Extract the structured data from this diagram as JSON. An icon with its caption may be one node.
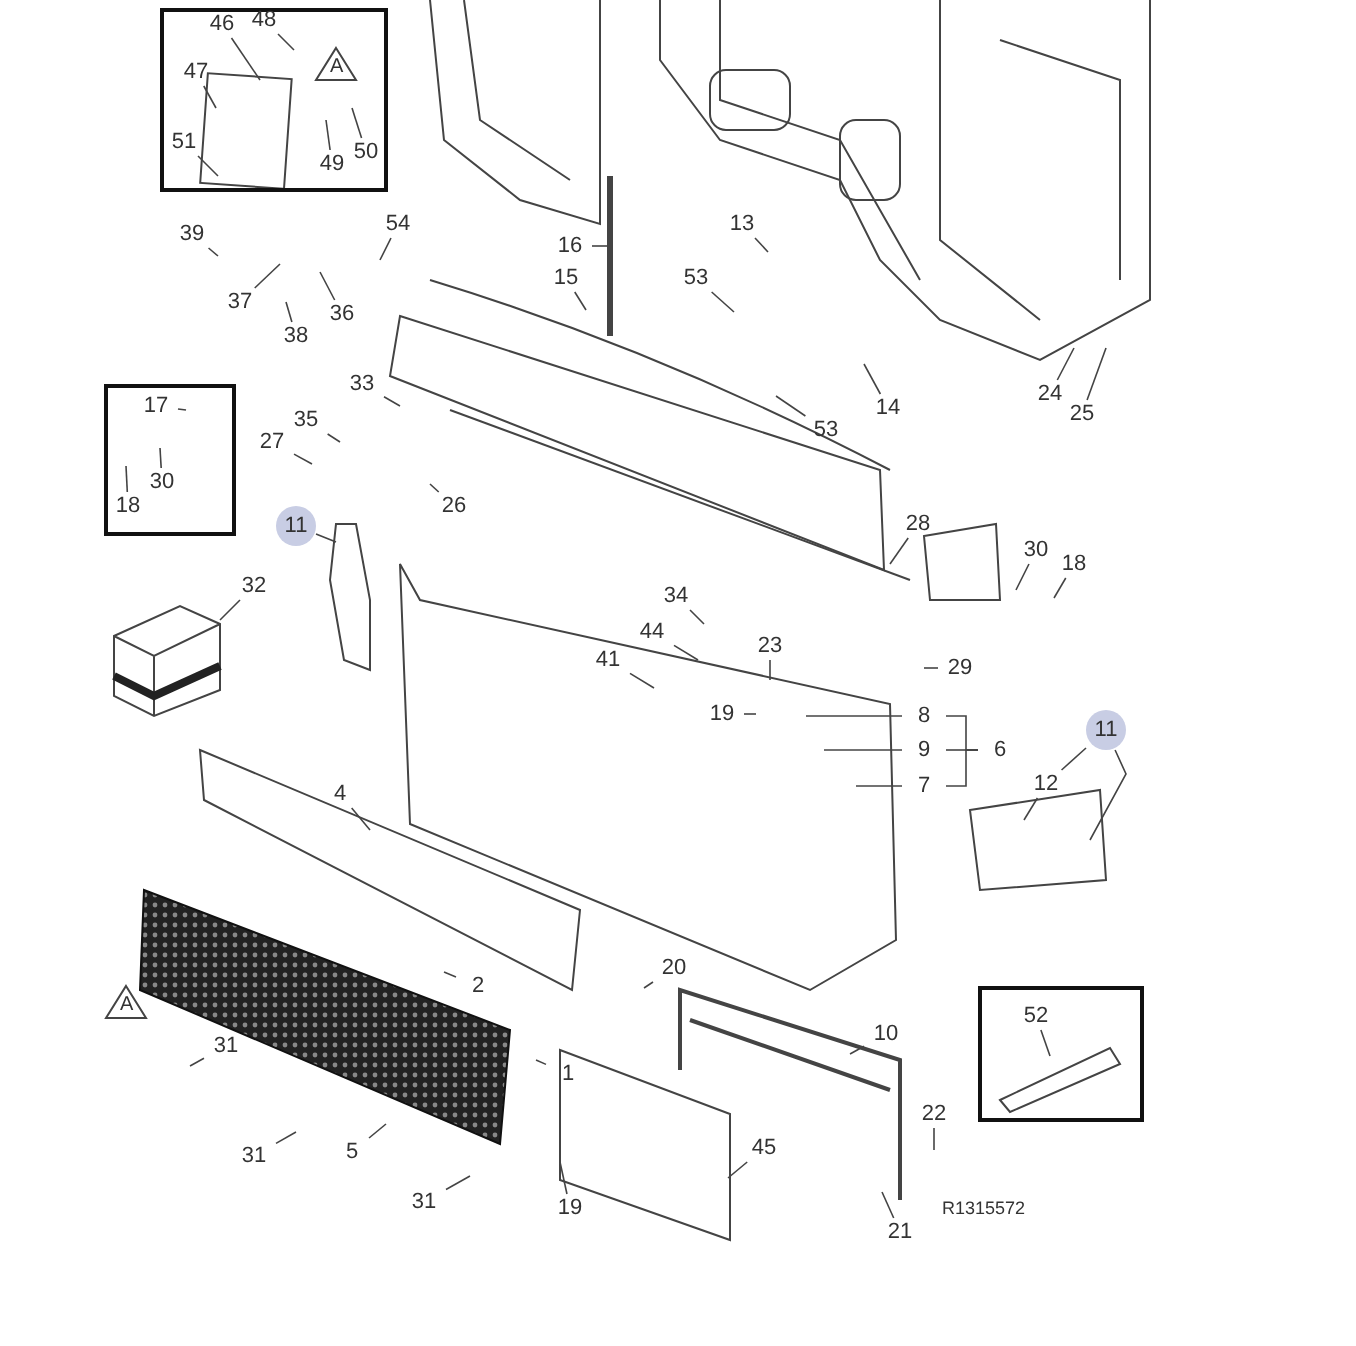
{
  "diagram": {
    "nodes": [
      {
        "text": [],
        "shape": "box"
      },
      {
        "text": [
          "46"
        ],
        "in": 0
      },
      {
        "text": [
          "48"
        ],
        "in": 0
      },
      {
        "text": [
          "47"
        ],
        "in": 0
      },
      {
        "text": [
          "51"
        ],
        "in": 0
      },
      {
        "text": [
          "49"
        ],
        "in": 0
      },
      {
        "text": [
          "50"
        ],
        "in": 0
      },
      {
        "text": [
          "39"
        ]
      },
      {
        "text": [
          "37"
        ]
      },
      {
        "text": [
          "36"
        ]
      },
      {
        "text": [
          "38"
        ]
      },
      {
        "text": [
          "54"
        ]
      },
      {
        "text": [
          "16"
        ]
      },
      {
        "text": [
          "15"
        ]
      },
      {
        "text": [
          "13"
        ]
      },
      {
        "text": [
          "53"
        ]
      },
      {
        "text": [
          "14"
        ]
      },
      {
        "text": [
          "53"
        ]
      },
      {
        "text": [
          "24"
        ]
      },
      {
        "text": [
          "25"
        ]
      },
      {
        "text": [],
        "shape": "box"
      },
      {
        "text": [
          "17"
        ],
        "in": 20
      },
      {
        "text": [
          "30"
        ],
        "in": 20
      },
      {
        "text": [
          "18"
        ],
        "in": 20
      },
      {
        "text": [
          "33"
        ]
      },
      {
        "text": [
          "35"
        ]
      },
      {
        "text": [
          "27"
        ]
      },
      {
        "text": [
          "26"
        ]
      },
      {
        "text": [
          "11"
        ]
      },
      {
        "text": [
          "28"
        ]
      },
      {
        "text": [
          "30"
        ]
      },
      {
        "text": [
          "18"
        ]
      },
      {
        "text": [
          "32"
        ]
      },
      {
        "text": [
          "34"
        ]
      },
      {
        "text": [
          "44"
        ]
      },
      {
        "text": [
          "41"
        ]
      },
      {
        "text": [
          "23"
        ]
      },
      {
        "text": [
          "29"
        ]
      },
      {
        "text": [
          "19"
        ]
      },
      {
        "text": [
          "8"
        ]
      },
      {
        "text": [
          "9"
        ]
      },
      {
        "text": [
          "7"
        ]
      },
      {
        "text": [
          "12"
        ]
      },
      {
        "text": [
          "4"
        ]
      },
      {
        "text": [
          "2"
        ]
      },
      {
        "text": [
          "20"
        ]
      },
      {
        "text": [
          "1"
        ]
      },
      {
        "text": [
          "10"
        ]
      },
      {
        "text": [
          "31"
        ]
      },
      {
        "text": [
          "5"
        ]
      },
      {
        "text": [
          "31"
        ]
      },
      {
        "text": [
          "31"
        ]
      },
      {
        "text": [
          "45"
        ]
      },
      {
        "text": [
          "19"
        ]
      },
      {
        "text": [
          "22"
        ]
      },
      {
        "text": [
          "21"
        ]
      },
      {
        "text": [],
        "shape": "box"
      },
      {
        "text": [
          "52"
        ],
        "in": 56
      },
      {
        "text": [
          "11"
        ]
      },
      {
        "text": [
          "6"
        ]
      }
    ],
    "edges": [
      {
        "from": 1,
        "to": null,
        "arrow": "none"
      },
      {
        "from": 2,
        "to": null,
        "arrow": "none"
      },
      {
        "from": 3,
        "to": null,
        "arrow": "none"
      },
      {
        "from": 4,
        "to": null,
        "arrow": "none"
      },
      {
        "from": 5,
        "to": null,
        "arrow": "none"
      },
      {
        "from": 6,
        "to": null,
        "arrow": "none"
      },
      {
        "from": 7,
        "to": null,
        "arrow": "none"
      },
      {
        "from": 8,
        "to": null,
        "arrow": "none"
      },
      {
        "from": 9,
        "to": null,
        "arrow": "none"
      },
      {
        "from": 10,
        "to": null,
        "arrow": "none"
      },
      {
        "from": 11,
        "to": null,
        "arrow": "none"
      },
      {
        "from": 12,
        "to": null,
        "arrow": "none"
      },
      {
        "from": 13,
        "to": null,
        "arrow": "none"
      },
      {
        "from": 14,
        "to": null,
        "arrow": "none"
      },
      {
        "from": 15,
        "to": null,
        "arrow": "none"
      },
      {
        "from": 16,
        "to": null,
        "arrow": "none"
      },
      {
        "from": 17,
        "to": null,
        "arrow": "none"
      },
      {
        "from": 18,
        "to": null,
        "arrow": "none"
      },
      {
        "from": 19,
        "to": null,
        "arrow": "none"
      },
      {
        "from": 21,
        "to": null,
        "arrow": "none"
      },
      {
        "from": 22,
        "to": null,
        "arrow": "none"
      },
      {
        "from": 23,
        "to": null,
        "arrow": "none"
      },
      {
        "from": 24,
        "to": null,
        "arrow": "none"
      },
      {
        "from": 25,
        "to": null,
        "arrow": "none"
      },
      {
        "from": 26,
        "to": null,
        "arrow": "none"
      },
      {
        "from": 27,
        "to": null,
        "arrow": "none"
      },
      {
        "from": 28,
        "to": null,
        "arrow": "none"
      },
      {
        "from": 29,
        "to": null,
        "arrow": "none"
      },
      {
        "from": 30,
        "to": null,
        "arrow": "none"
      },
      {
        "from": 31,
        "to": null,
        "arrow": "none"
      },
      {
        "from": 32,
        "to": null,
        "arrow": "none"
      },
      {
        "from": 33,
        "to": null,
        "arrow": "none"
      },
      {
        "from": 34,
        "to": null,
        "arrow": "none"
      },
      {
        "from": 35,
        "to": null,
        "arrow": "none"
      },
      {
        "from": 36,
        "to": null,
        "arrow": "none"
      },
      {
        "from": 37,
        "to": null,
        "arrow": "none"
      },
      {
        "from": 38,
        "to": null,
        "arrow": "none"
      },
      {
        "from": 39,
        "to": null,
        "arrow": "none"
      },
      {
        "from": 40,
        "to": null,
        "arrow": "none"
      },
      {
        "from": 41,
        "to": null,
        "arrow": "none"
      },
      {
        "from": 42,
        "to": null,
        "arrow": "none"
      },
      {
        "from": 43,
        "to": null,
        "arrow": "none"
      },
      {
        "from": 44,
        "to": null,
        "arrow": "none"
      },
      {
        "from": 45,
        "to": null,
        "arrow": "none"
      },
      {
        "from": 46,
        "to": null,
        "arrow": "none"
      },
      {
        "from": 47,
        "to": null,
        "arrow": "none"
      },
      {
        "from": 48,
        "to": null,
        "arrow": "none"
      },
      {
        "from": 49,
        "to": null,
        "arrow": "none"
      },
      {
        "from": 50,
        "to": null,
        "arrow": "none"
      },
      {
        "from": 51,
        "to": null,
        "arrow": "none"
      },
      {
        "from": 52,
        "to": null,
        "arrow": "none"
      },
      {
        "from": 53,
        "to": null,
        "arrow": "none"
      },
      {
        "from": 54,
        "to": null,
        "arrow": "none"
      },
      {
        "from": 55,
        "to": null,
        "arrow": "none"
      },
      {
        "from": 57,
        "to": null,
        "arrow": "none"
      },
      {
        "from": 58,
        "to": null,
        "arrow": "none"
      },
      {
        "from": 58,
        "to": 42,
        "arrow": "none"
      },
      {
        "from": 59,
        "to": 39,
        "arrow": "none"
      },
      {
        "from": 59,
        "to": 40,
        "arrow": "none"
      },
      {
        "from": 59,
        "to": 41,
        "arrow": "none"
      }
    ],
    "labels": [
      "A",
      "A",
      "R1315572"
    ]
  }
}
